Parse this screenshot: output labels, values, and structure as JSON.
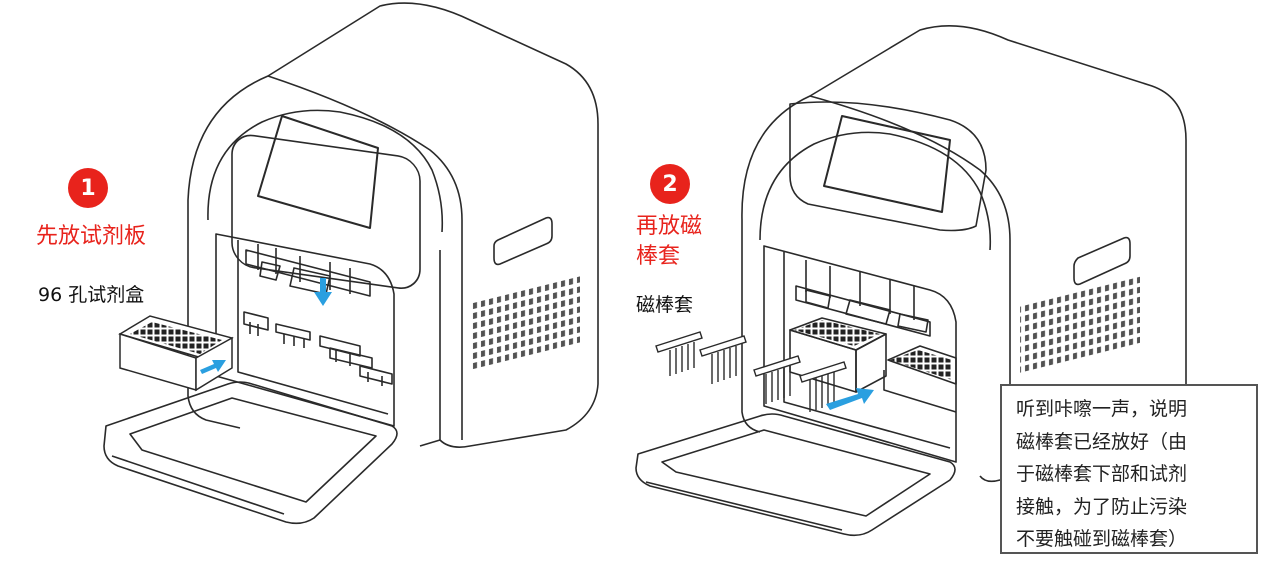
{
  "step1": {
    "number": "1",
    "title": "先放试剂板",
    "item_label": "96 孔试剂盒"
  },
  "step2": {
    "number": "2",
    "title_line1": "再放磁",
    "title_line2": "棒套",
    "item_label": "磁棒套"
  },
  "note": {
    "lines": [
      "听到咔嚓一声，说明",
      "磁棒套已经放好（由",
      "于磁棒套下部和试剂",
      "接触，为了防止污染",
      "不要触碰到磁棒套）"
    ]
  },
  "colors": {
    "accent_red": "#e8231c",
    "arrow_blue": "#2a9fe0",
    "line": "#2a2a2a"
  }
}
